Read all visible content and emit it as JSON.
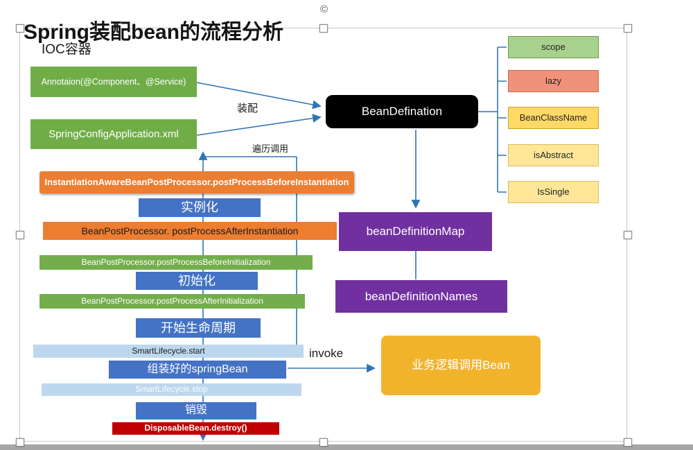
{
  "title": "Spring装配bean的流程分析",
  "title_badge": "©",
  "ioc_container_label": "IOC容器",
  "sources": {
    "annotation": "Annotaion(@Component、@Service)",
    "xml_config": "SpringConfigApplication.xml"
  },
  "edge_labels": {
    "assemble": "装配",
    "traverse_call": "遍历调用",
    "invoke": "invoke"
  },
  "bean_defination": "BeanDefination",
  "attributes": [
    {
      "label": "scope",
      "color": "#a9d18e"
    },
    {
      "label": "lazy",
      "color": "#f0917a"
    },
    {
      "label": "BeanClassName",
      "color": "#ffd966"
    },
    {
      "label": "isAbstract",
      "color": "#ffe699"
    },
    {
      "label": "IsSingle",
      "color": "#ffe699"
    }
  ],
  "lifecycle": {
    "before_instantiation": "InstantiationAwareBeanPostProcessor.postProcessBeforeInstantiation",
    "instantiate": "实例化",
    "after_instantiation": "BeanPostProcessor. postProcessAfterInstantiation",
    "before_initialization": "BeanPostProcessor.postProcessBeforeInitialization",
    "initialize": "初始化",
    "after_initialization": "BeanPostProcessor.postProcessAfterInitialization",
    "start_lifecycle": "开始生命周期",
    "smart_start": "SmartLifecycle.start",
    "assembled_bean": "组装好的springBean",
    "smart_stop": "SmartLifecycle.stop",
    "destroy": "销毁",
    "disposable_destroy": "DisposableBean.destroy()"
  },
  "registry": {
    "definition_map": "beanDefinitionMap",
    "definition_names": "beanDefinitionNames"
  },
  "business_box": "业务逻辑调用Bean",
  "palette": {
    "green": "#71ad47",
    "blue": "#4472c4",
    "orange": "#ed7d31",
    "purple": "#7030a0",
    "light_blue": "#bdd7ee",
    "gold": "#f2b32c",
    "dark_red": "#c00000",
    "black": "#000000",
    "connector_blue": "#2e75b6"
  }
}
